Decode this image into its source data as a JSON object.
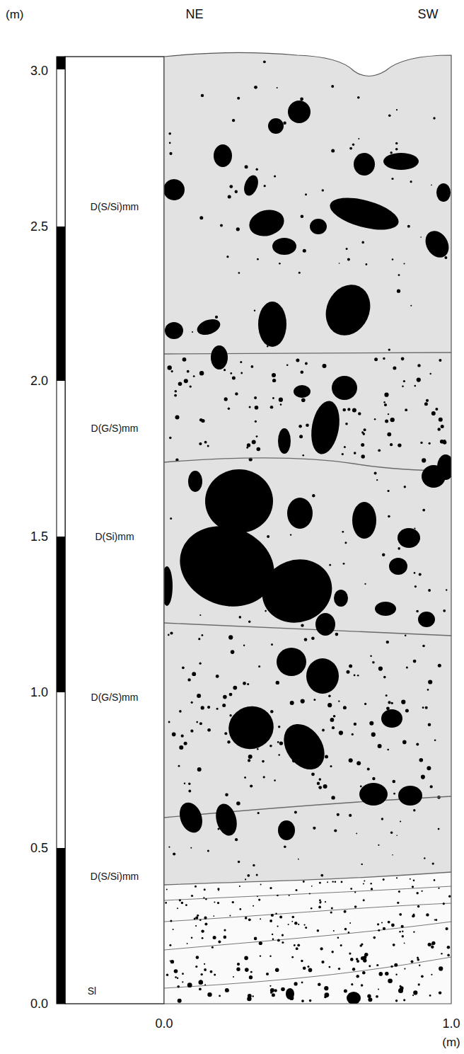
{
  "diagram": {
    "labels": [
      "(m)",
      "NE",
      "SW",
      "3.0",
      "2.5",
      "2.0",
      "1.5",
      "1.0",
      "0.5",
      "0.0",
      "D(S/Si)mm",
      "D(G/S)mm",
      "D(Si)mm",
      "D(G/S)mm",
      "D(S/Si)mm",
      "Sl",
      "0.0",
      "1.0",
      "(m)"
    ]
  }
}
